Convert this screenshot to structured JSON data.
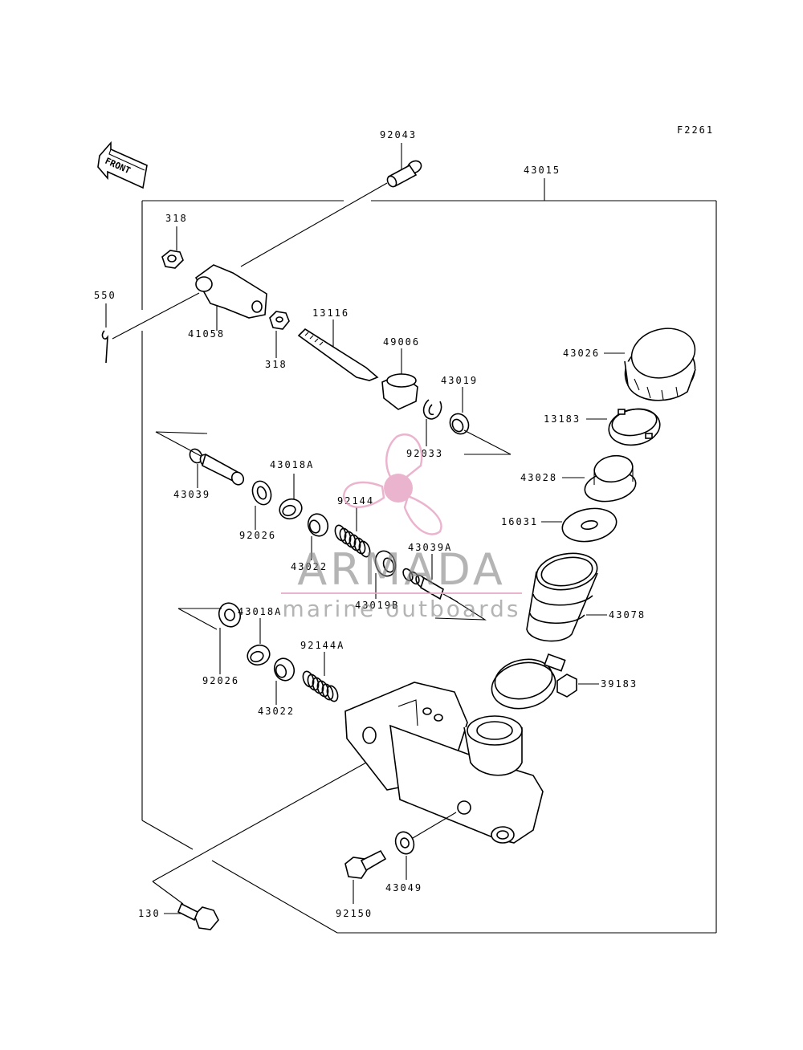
{
  "figure_code": "F2261",
  "front_label": "FRONT",
  "parts": {
    "p92043": "92043",
    "p43015": "43015",
    "p318a": "318",
    "p550": "550",
    "p41058": "41058",
    "p318b": "318",
    "p13116": "13116",
    "p49006": "49006",
    "p43019": "43019",
    "p43026": "43026",
    "p13183": "13183",
    "p92033": "92033",
    "p43028": "43028",
    "p43039": "43039",
    "p43018A_1": "43018A",
    "p92144": "92144",
    "p16031": "16031",
    "p92026_1": "92026",
    "p43022_1": "43022",
    "p43039A": "43039A",
    "p43019B": "43019B",
    "p43078": "43078",
    "p43018A_2": "43018A",
    "p92144A": "92144A",
    "p92026_2": "92026",
    "p43022_2": "43022",
    "p39183": "39183",
    "p43049": "43049",
    "p92150": "92150",
    "p130": "130"
  },
  "watermark": {
    "brand": "ARMADA",
    "tagline": "marine outboards",
    "color": "#e8a8c6"
  }
}
